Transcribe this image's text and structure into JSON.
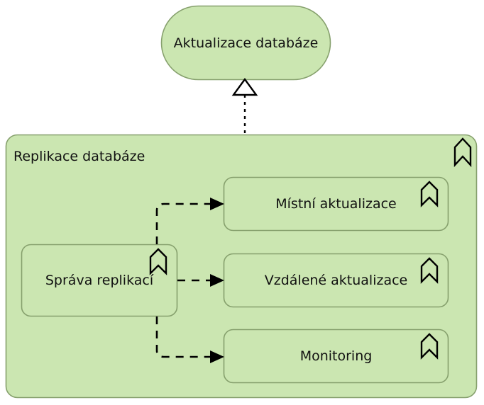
{
  "diagram": {
    "title": "Replikace databáze",
    "type": "archimate-function-decomposition",
    "colors": {
      "node_fill": "#cbe6b1",
      "node_stroke": "#86a06d",
      "line": "#000000",
      "text": "#111111",
      "background": "#ffffff"
    },
    "top_node": {
      "label": "Aktualizace databáze",
      "shape": "rounded-oval",
      "icon": "none"
    },
    "container": {
      "label": "Replikace databáze",
      "shape": "rounded-rectangle",
      "icon": "function-chevron-icon"
    },
    "source_node": {
      "label": "Správa replikací",
      "shape": "rounded-rectangle",
      "icon": "function-chevron-icon"
    },
    "target_nodes": [
      {
        "label": "Místní aktualizace",
        "shape": "rounded-rectangle",
        "icon": "function-chevron-icon"
      },
      {
        "label": "Vzdálené aktualizace",
        "shape": "rounded-rectangle",
        "icon": "function-chevron-icon"
      },
      {
        "label": "Monitoring",
        "shape": "rounded-rectangle",
        "icon": "function-chevron-icon"
      }
    ],
    "relations": [
      {
        "name": "realization",
        "from": "Replikace databáze",
        "to": "Aktualizace databáze",
        "style": "dotted",
        "arrowhead": "hollow-triangle"
      },
      {
        "name": "triggering-local",
        "from": "Správa replikací",
        "to": "Místní aktualizace",
        "style": "dashed",
        "arrowhead": "filled-arrow"
      },
      {
        "name": "triggering-remote",
        "from": "Správa replikací",
        "to": "Vzdálené aktualizace",
        "style": "dashed",
        "arrowhead": "filled-arrow"
      },
      {
        "name": "triggering-monitoring",
        "from": "Správa replikací",
        "to": "Monitoring",
        "style": "dashed",
        "arrowhead": "filled-arrow"
      }
    ]
  }
}
